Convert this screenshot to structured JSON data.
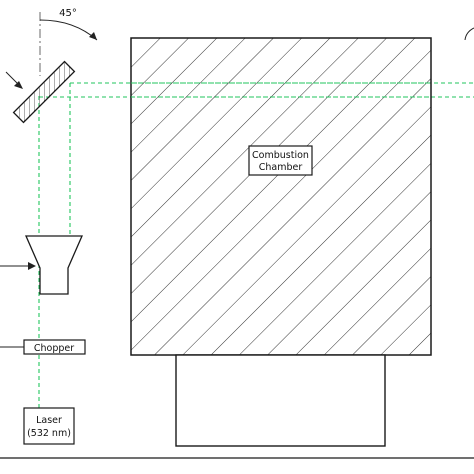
{
  "labels": {
    "angle": "45°",
    "chamber_line1": "Combustion",
    "chamber_line2": "Chamber",
    "chopper": "Chopper",
    "laser_line1": "Laser",
    "laser_line2": "(532 nm)"
  },
  "colors": {
    "beam": "#22c55e",
    "outline": "#1a1a1a",
    "hatch": "#333333",
    "background": "#ffffff"
  }
}
